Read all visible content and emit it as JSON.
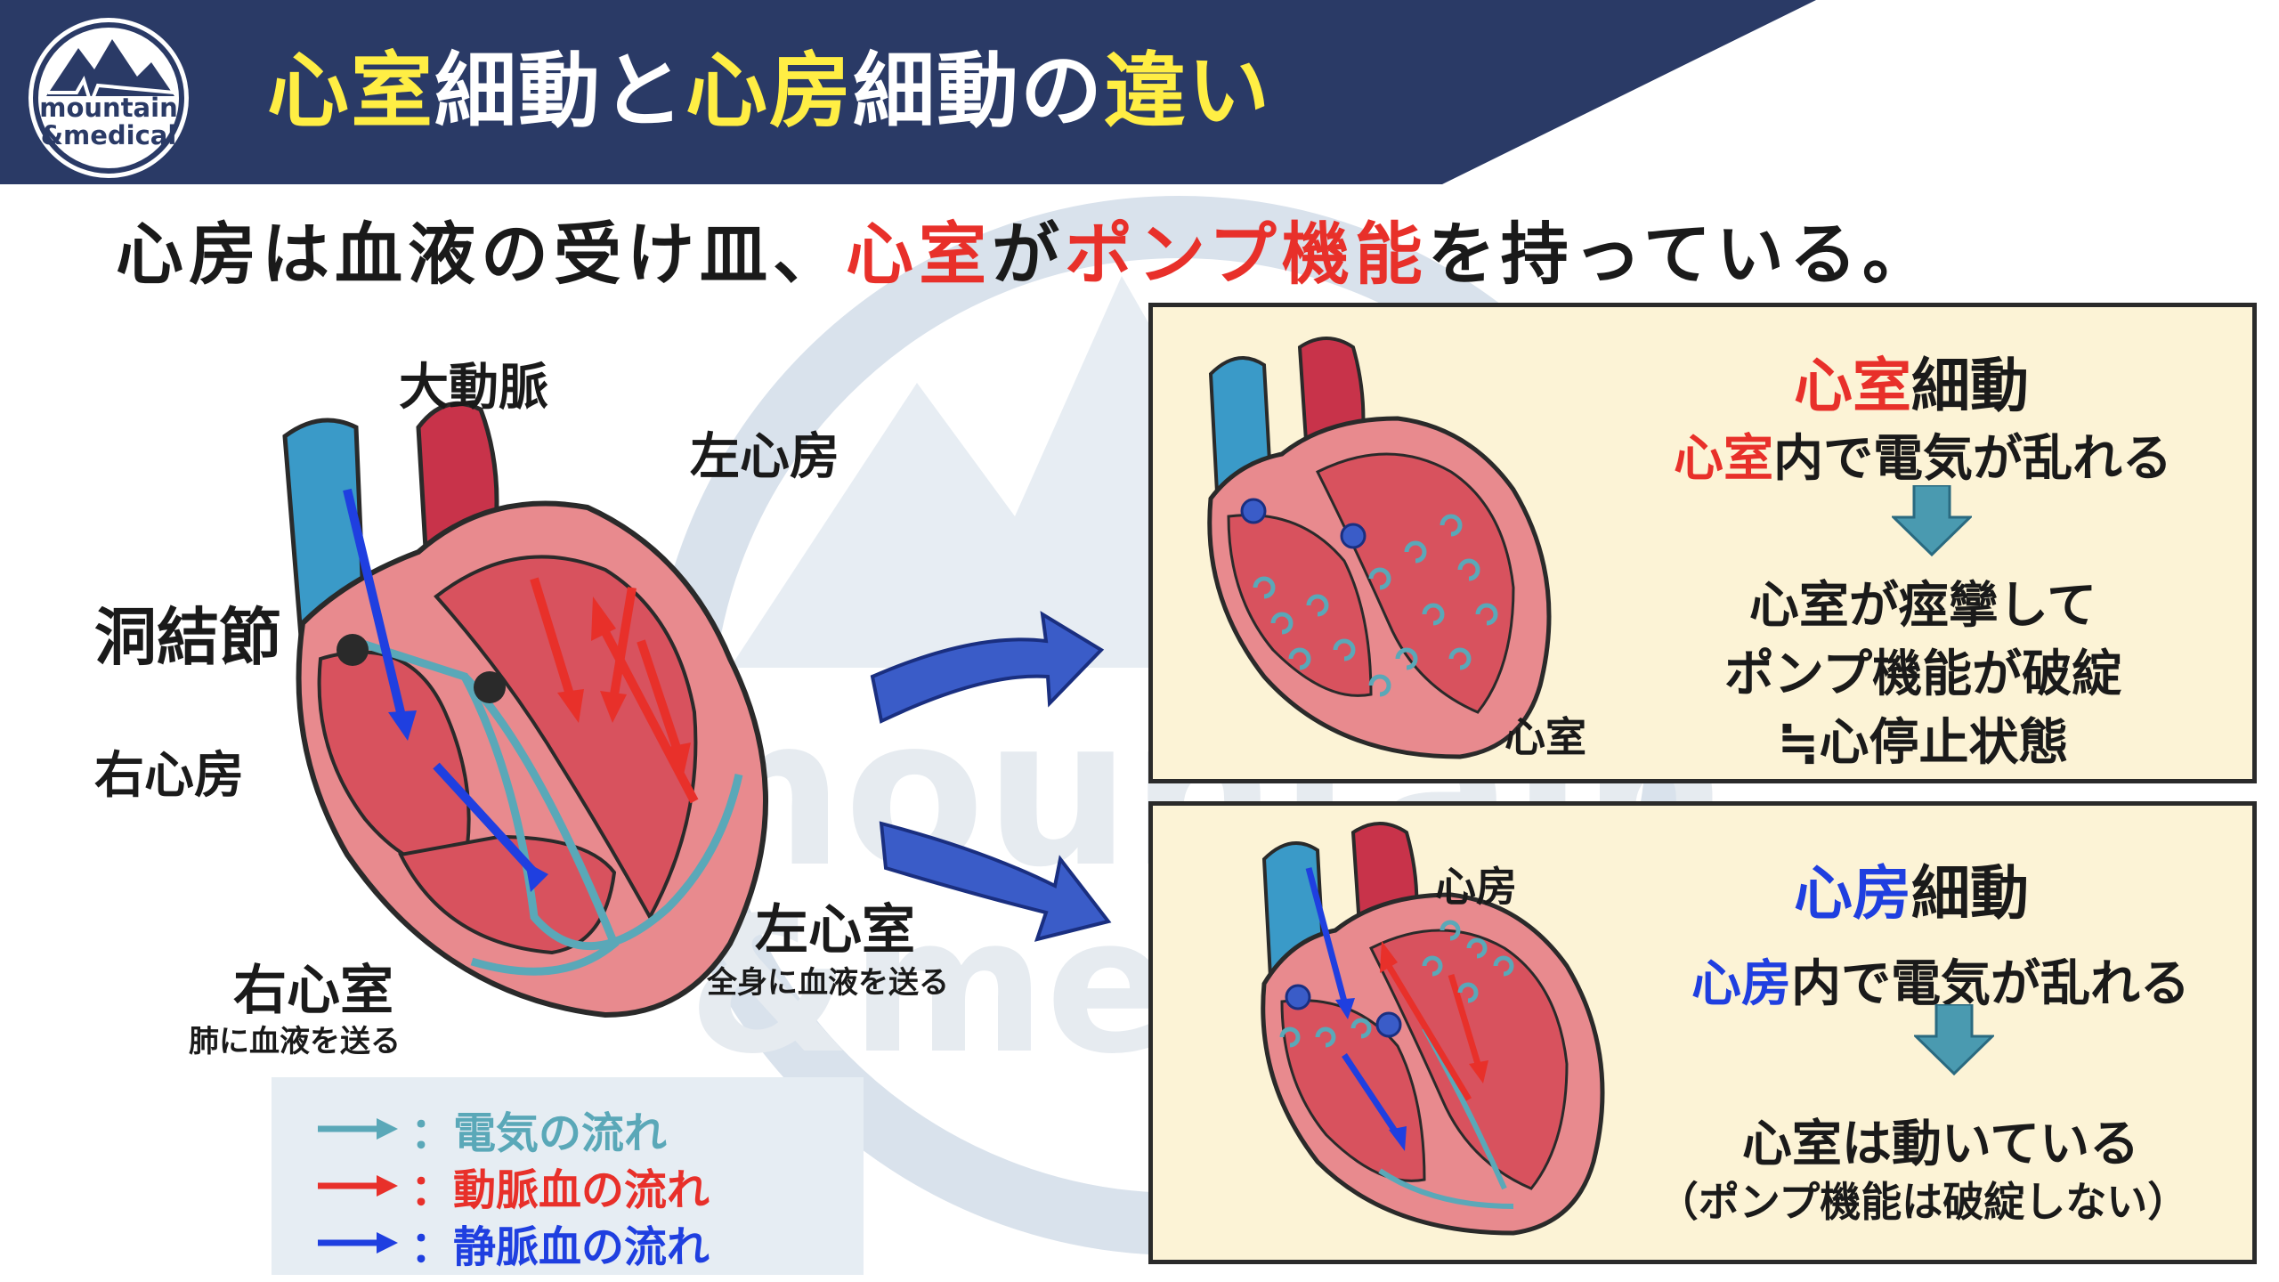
{
  "header": {
    "logo_line1": "mountain",
    "logo_line2": "&medical",
    "title_part1": "心室",
    "title_part2": "細動と",
    "title_part3": "心房",
    "title_part4": "細動の",
    "title_part5": "違い"
  },
  "subtitle": {
    "part1": "心房は血液の受け皿、",
    "part2": "心室",
    "part3": "が",
    "part4": "ポンプ機能",
    "part5": "を持っている。"
  },
  "heart_labels": {
    "aorta": "大動脈",
    "left_atrium": "左心房",
    "sinus_node": "洞結節",
    "right_atrium": "右心房",
    "right_ventricle": "右心室",
    "right_ventricle_sub": "肺に血液を送る",
    "left_ventricle": "左心室",
    "left_ventricle_sub": "全身に血液を送る"
  },
  "legend": {
    "electric": "：電気の流れ",
    "arterial": "：動脈血の流れ",
    "venous": "：静脈血の流れ"
  },
  "vf_panel": {
    "title_colored": "心室",
    "title_rest": "細動",
    "line1_colored": "心室",
    "line1_rest": "内で電気が乱れる",
    "line2": "心室が痙攣して",
    "line3": "ポンプ機能が破綻",
    "line4": "≒心停止状態",
    "heart_label": "心室"
  },
  "af_panel": {
    "title_colored": "心房",
    "title_rest": "細動",
    "line1_colored": "心房",
    "line1_rest": "内で電気が乱れる",
    "line2": "心室は動いている",
    "line3": "（ポンプ機能は破綻しない）",
    "heart_label": "心房"
  },
  "colors": {
    "header_navy": "#2a3a66",
    "accent_red": "#e8302a",
    "accent_blue": "#1f3fe0",
    "accent_yellow": "#ffee44",
    "electric_teal": "#5aa8b8",
    "panel_bg": "#fcf3d6"
  }
}
